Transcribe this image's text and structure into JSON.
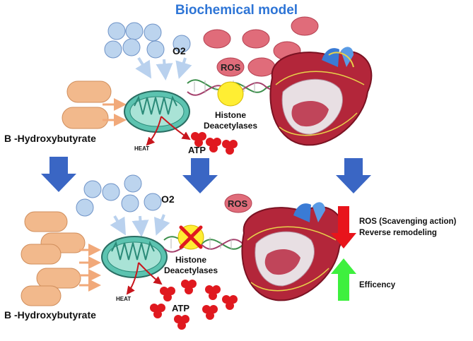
{
  "title": "Biochemical model",
  "top": {
    "substrate": "B -Hydroxybutyrate",
    "oxygen": "O2",
    "ros": "ROS",
    "histone_line1": "Histone",
    "histone_line2": "Deacetylases",
    "heat": "HEAT",
    "atp": "ATP"
  },
  "bottom": {
    "substrate": "B -Hydroxybutyrate",
    "oxygen": "O2",
    "ros": "ROS",
    "histone_line1": "Histone",
    "histone_line2": "Deacetylases",
    "heat": "HEAT",
    "atp": "ATP"
  },
  "effects": {
    "ros_line": "ROS (Scavenging action)",
    "remodel_line": "Reverse remodeling",
    "efficiency": "Efficency"
  },
  "colors": {
    "title": "#2e75d6",
    "oxygen_bubble": "#bcd4ee",
    "ros_bubble": "#e06c7a",
    "ketone": "#f2b98c",
    "mitochondria": "#5cc3b0",
    "atp": "#e0191f",
    "transition_arrow": "#3a66c4",
    "decrease_arrow": "#e8141b",
    "increase_arrow": "#3ef03e",
    "histone_enzyme": "#ffee33"
  },
  "icons": [
    "heart-icon",
    "mitochondria-icon",
    "dna-icon",
    "inhibition-cross-icon"
  ]
}
